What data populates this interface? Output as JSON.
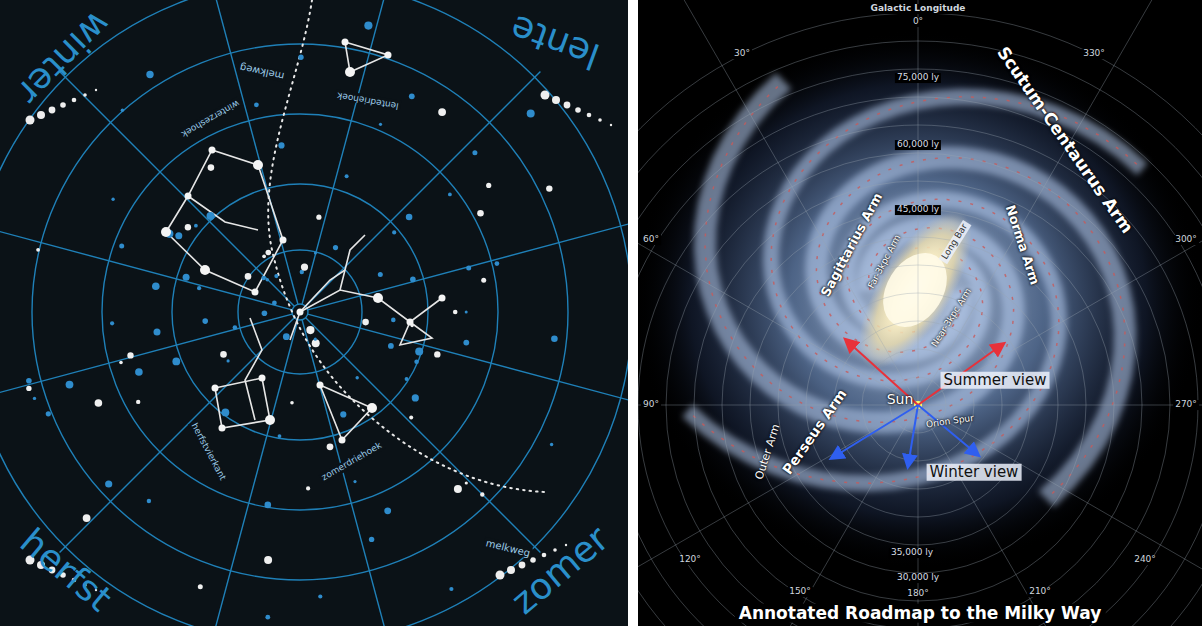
{
  "diagram": {
    "caption": "Annotated Roadmap to the Milky Way",
    "labels": [
      "winter",
      "lente",
      "herfst",
      "zomer",
      "melkweg",
      "melkweg",
      "winterzeshoek",
      "lentedriehoek",
      "herfstvierkant",
      "zomerdriehoek",
      "Galactic Longitude",
      "0°",
      "30°",
      "330°",
      "60°",
      "300°",
      "90°",
      "270°",
      "120°",
      "240°",
      "150°",
      "210°",
      "180°",
      "75,000 ly",
      "60,000 ly",
      "45,000 ly",
      "35,000 ly",
      "30,000 ly",
      "Scutum-Centaurus Arm",
      "Norma Arm",
      "Sagittarius Arm",
      "Far-3kpc Arm",
      "Long Bar",
      "Near-3kpc Arm",
      "Outer Arm",
      "Perseus Arm",
      "Orion Spur",
      "Sun",
      "Summer view",
      "Winter view"
    ]
  }
}
